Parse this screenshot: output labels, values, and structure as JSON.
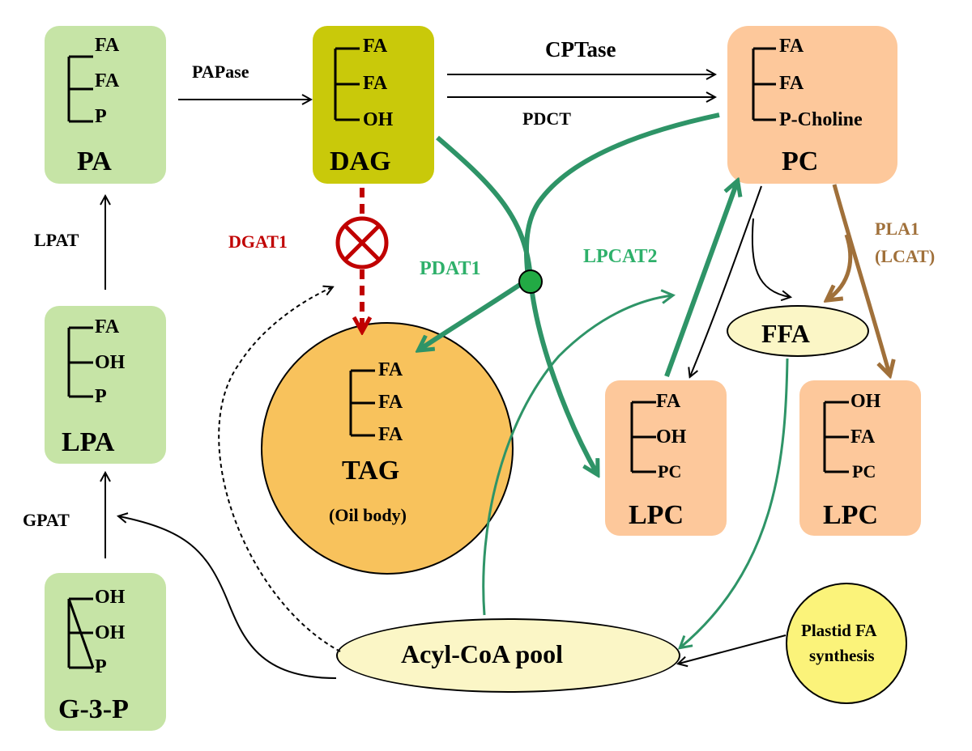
{
  "molecules": {
    "pa": {
      "name": "PA",
      "chain": [
        "FA",
        "FA",
        "P"
      ]
    },
    "lpa": {
      "name": "LPA",
      "chain": [
        "FA",
        "OH",
        "P"
      ]
    },
    "g3p": {
      "name": "G-3-P",
      "chain": [
        "OH",
        "OH",
        "P"
      ]
    },
    "dag": {
      "name": "DAG",
      "chain": [
        "FA",
        "FA",
        "OH"
      ]
    },
    "pc": {
      "name": "PC",
      "chain": [
        "FA",
        "FA",
        "P-Choline"
      ]
    },
    "tag": {
      "name": "TAG",
      "subtitle": "(Oil body)",
      "chain": [
        "FA",
        "FA",
        "FA"
      ]
    },
    "lpc1": {
      "name": "LPC",
      "chain": [
        "FA",
        "OH",
        "PC"
      ]
    },
    "lpc2": {
      "name": "LPC",
      "chain": [
        "OH",
        "FA",
        "PC"
      ]
    },
    "ffa": {
      "name": "FFA"
    },
    "acyl": {
      "name": "Acyl-CoA pool"
    },
    "plastid": {
      "line1": "Plastid FA",
      "line2": "synthesis"
    }
  },
  "enzymes": {
    "papase": "PAPase",
    "cptase": "CPTase",
    "pdct": "PDCT",
    "lpat": "LPAT",
    "gpat": "GPAT",
    "dgat1": "DGAT1",
    "pdat1": "PDAT1",
    "lpcat2": "LPCAT2",
    "pla1": "PLA1",
    "lcat": "(LCAT)"
  },
  "colors": {
    "light_green": "#c6e4a6",
    "olive": "#c9c90a",
    "peach": "#fdc89b",
    "orange": "#f8c25c",
    "pale_yellow": "#fbf6c6",
    "yellow": "#fbf37a",
    "teal_green": "#2e9467",
    "dark_red": "#c00000",
    "brown": "#a0703a",
    "green_dot": "#22aa44",
    "green_text": "#2eb06a"
  }
}
